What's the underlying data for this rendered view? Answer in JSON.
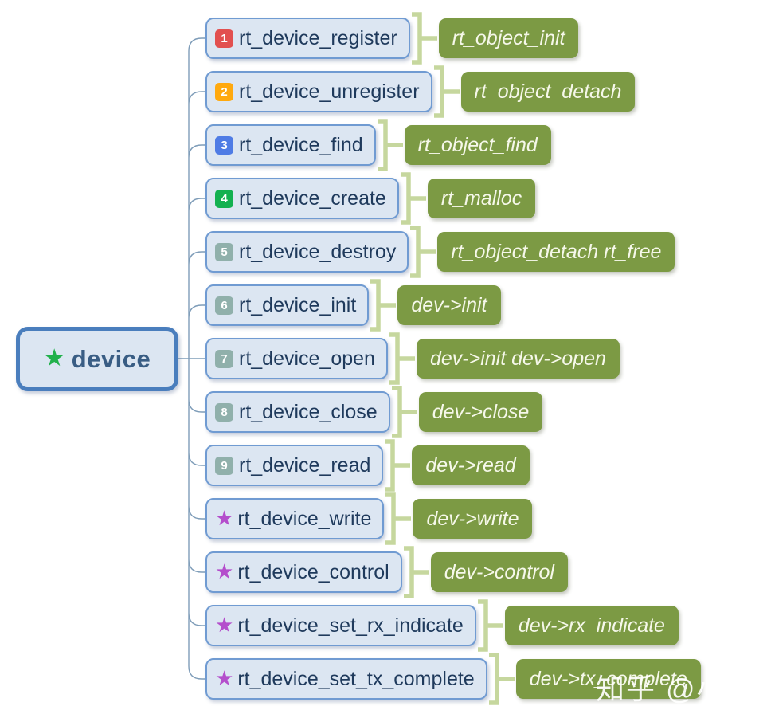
{
  "root": {
    "label": "device",
    "star_color": "#22b14c"
  },
  "nodes": [
    {
      "num": "1",
      "badge_color": "#e2504f",
      "label": "rt_device_register",
      "impl": "rt_object_init"
    },
    {
      "num": "2",
      "badge_color": "#ffa90e",
      "label": "rt_device_unregister",
      "impl": "rt_object_detach"
    },
    {
      "num": "3",
      "badge_color": "#4f7ce5",
      "label": "rt_device_find",
      "impl": "rt_object_find"
    },
    {
      "num": "4",
      "badge_color": "#13b150",
      "label": "rt_device_create",
      "impl": "rt_malloc"
    },
    {
      "num": "5",
      "badge_color": "#90b0ab",
      "label": "rt_device_destroy",
      "impl": "rt_object_detach rt_free"
    },
    {
      "num": "6",
      "badge_color": "#90b0ab",
      "label": "rt_device_init",
      "impl": "dev->init"
    },
    {
      "num": "7",
      "badge_color": "#90b0ab",
      "label": "rt_device_open",
      "impl": "dev->init dev->open"
    },
    {
      "num": "8",
      "badge_color": "#90b0ab",
      "label": "rt_device_close",
      "impl": "dev->close"
    },
    {
      "num": "9",
      "badge_color": "#90b0ab",
      "label": "rt_device_read",
      "impl": "dev->read"
    },
    {
      "star": true,
      "label": "rt_device_write",
      "impl": "dev->write"
    },
    {
      "star": true,
      "label": "rt_device_control",
      "impl": "dev->control"
    },
    {
      "star": true,
      "label": "rt_device_set_rx_indicate",
      "impl": "dev->rx_indicate"
    },
    {
      "star": true,
      "label": "rt_device_set_tx_complete",
      "impl": "dev->tx_complete"
    }
  ],
  "colors": {
    "node_bg": "#dce6f2",
    "node_border": "#709bd2",
    "node_text": "#1f3a5c",
    "root_border": "#4a7ebd",
    "root_text": "#395d84",
    "impl_bg": "#7c9a44",
    "impl_text": "#f6f8ea",
    "bracket": "#c6d79e",
    "connector": "#7f9db9",
    "star_purple": "#b44ecc"
  },
  "watermark": "知乎 @小师弟"
}
